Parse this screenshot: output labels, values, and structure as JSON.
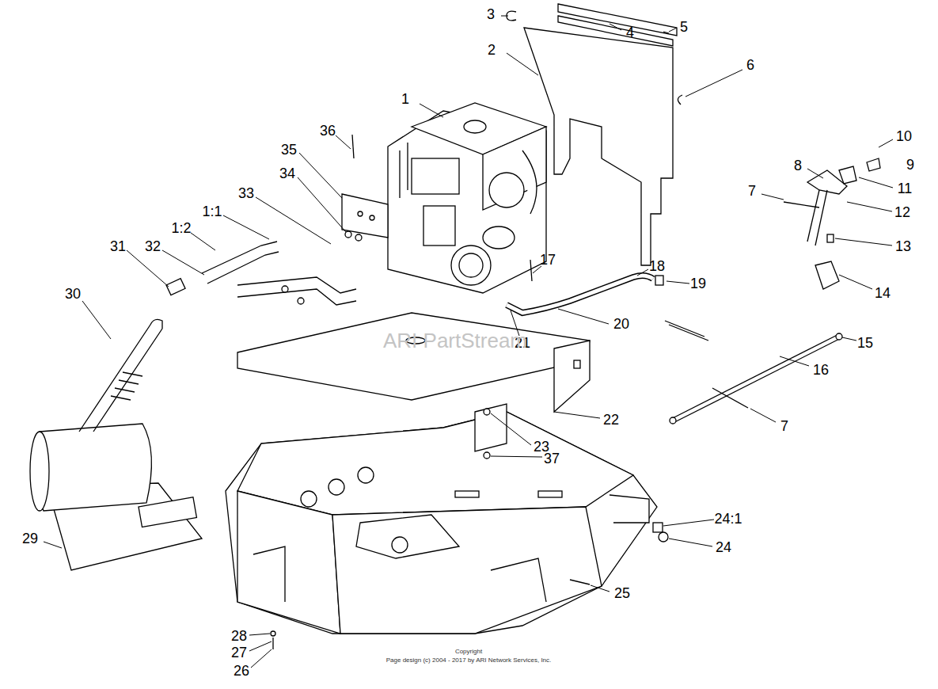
{
  "diagram": {
    "labels": [
      "1",
      "2",
      "3",
      "4",
      "5",
      "6",
      "7",
      "8",
      "9",
      "10",
      "11",
      "12",
      "13",
      "14",
      "15",
      "16",
      "7",
      "17",
      "18",
      "19",
      "20",
      "21",
      "22",
      "23",
      "37",
      "24:1",
      "24",
      "25",
      "26",
      "27",
      "28",
      "29",
      "30",
      "31",
      "32",
      "1:2",
      "1:1",
      "33",
      "34",
      "35",
      "36",
      "ARI PartStream",
      "Copyright",
      "Page design (c) 2004 - 2017 by ARI Network Services, Inc."
    ]
  }
}
